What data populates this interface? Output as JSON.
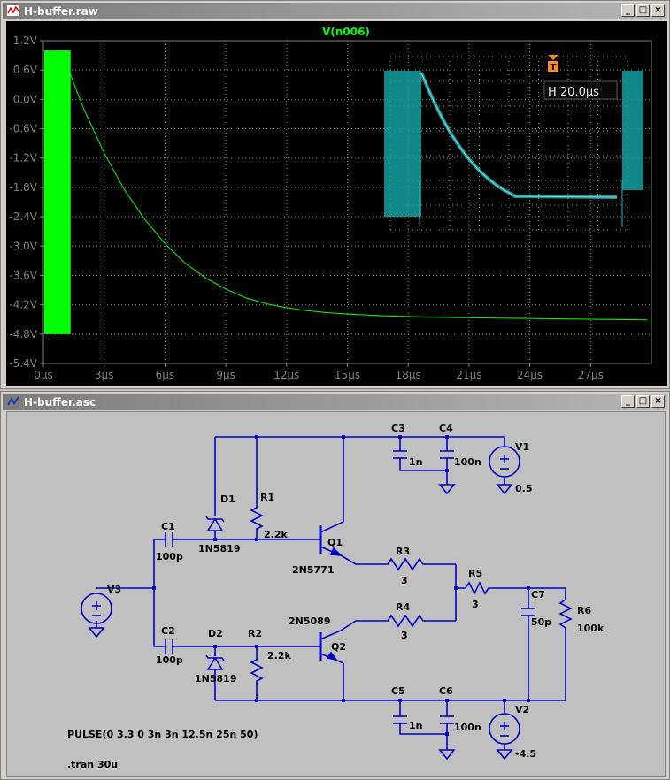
{
  "waveform_window": {
    "title": "H-buffer.raw",
    "trace_label": "V(n006)",
    "y_ticks": [
      "1.2V",
      "0.6V",
      "0.0V",
      "-0.6V",
      "-1.2V",
      "-1.8V",
      "-2.4V",
      "-3.0V",
      "-3.6V",
      "-4.2V",
      "-4.8V",
      "-5.4V"
    ],
    "x_ticks": [
      "0µs",
      "3µs",
      "6µs",
      "9µs",
      "12µs",
      "15µs",
      "18µs",
      "21µs",
      "24µs",
      "27µs"
    ],
    "scope_inset": {
      "marker": "T",
      "label": "H 20.0µs"
    },
    "trace_color": "#00ff00"
  },
  "chart_data": {
    "type": "line",
    "title": "V(n006)",
    "xlabel": "",
    "ylabel": "",
    "xlim": [
      0,
      30
    ],
    "ylim": [
      -5.4,
      1.2
    ],
    "grid": true,
    "series": [
      {
        "name": "V(n006)",
        "x": [
          1.3,
          1.5,
          2,
          3,
          4,
          5,
          6,
          7,
          8,
          9,
          10,
          11,
          12,
          13,
          14,
          15,
          16,
          17,
          18,
          20,
          22,
          24,
          26,
          28,
          29.8
        ],
        "values": [
          0.55,
          0.33,
          -0.2,
          -1.1,
          -1.85,
          -2.45,
          -2.95,
          -3.35,
          -3.65,
          -3.88,
          -4.06,
          -4.18,
          -4.26,
          -4.32,
          -4.36,
          -4.39,
          -4.41,
          -4.43,
          -4.44,
          -4.46,
          -4.47,
          -4.48,
          -4.49,
          -4.5,
          -4.51
        ]
      }
    ],
    "oscillation_band": {
      "x_start": 0,
      "x_end": 1.3,
      "y_min": -4.8,
      "y_max": 1.0
    }
  },
  "schematic_window": {
    "title": "H-buffer.asc",
    "labels": {
      "c3": "C3",
      "c4": "C4",
      "v1": "V1",
      "c3v": "1n",
      "c4v": "100n",
      "v1v": "0.5",
      "d1": "D1",
      "r1": "R1",
      "r1v": "2.2k",
      "q1": "Q1",
      "c1": "C1",
      "c1v": "100p",
      "d1v": "1N5819",
      "q1v": "2N5771",
      "r3": "R3",
      "r3v": "3",
      "r5": "R5",
      "r5v": "3",
      "c7": "C7",
      "c7v": "50p",
      "r6": "R6",
      "r6v": "100k",
      "v3": "V3",
      "r4": "R4",
      "r4v": "3",
      "q2v": "2N5089",
      "q2": "Q2",
      "c2": "C2",
      "c2v": "100p",
      "d2": "D2",
      "r2": "R2",
      "r2v": "2.2k",
      "d2v": "1N5819",
      "c5": "C5",
      "c6": "C6",
      "c5v": "1n",
      "c6v": "100n",
      "v2": "V2",
      "v2v": "-4.5"
    },
    "pulse_directive": "PULSE(0 3.3 0 3n 3n 12.5n 25n 50)",
    "tran_directive": ".tran 30u"
  }
}
